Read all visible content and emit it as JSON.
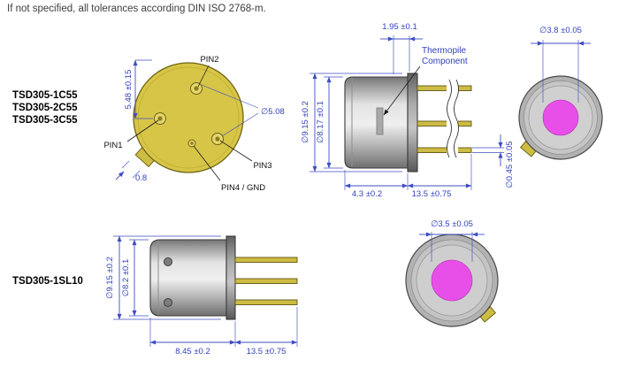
{
  "note": "If not specified, all tolerances according DIN ISO 2768-m.",
  "models_top": [
    "TSD305-1C55",
    "TSD305-2C55",
    "TSD305-3C55"
  ],
  "model_bottom": "TSD305-1SL10",
  "colors": {
    "window_magenta": "#e84fe8",
    "gold_plating": "#d7c548",
    "dimension_blue": "#3f4ec2"
  },
  "bottom_view": {
    "pin2_label": "PIN2",
    "pin1_label": "PIN1",
    "pin3_label": "PIN3",
    "pin4_label": "PIN4 / GND",
    "dim_pin_spacing": "5.48 ±0.15",
    "dim_pin_circle": "∅5.08",
    "dim_tab": "0.8"
  },
  "side_view_c55": {
    "dim_cap_offset": "1.95 ±0.1",
    "callout": [
      "Thermopile",
      "Component"
    ],
    "dim_flange_dia": "∅9.15 ±0.2",
    "dim_cap_dia": "∅8.17 ±0.1",
    "dim_body_len": "4.3 ±0.2",
    "dim_pin_len": "13.5 ±0.75",
    "dim_pin_dia": "∅0.45 ±0.05"
  },
  "top_view_c55": {
    "dim_window_dia": "∅3.8 ±0.05"
  },
  "side_view_sl10": {
    "dim_flange_dia": "∅9.15 ±0.2",
    "dim_cap_dia": "∅8.2 ±0.1",
    "dim_body_len": "8.45 ±0.2",
    "dim_pin_len": "13.5 ±0.75"
  },
  "top_view_sl10": {
    "dim_window_dia": "∅3.5 ±0.05"
  }
}
